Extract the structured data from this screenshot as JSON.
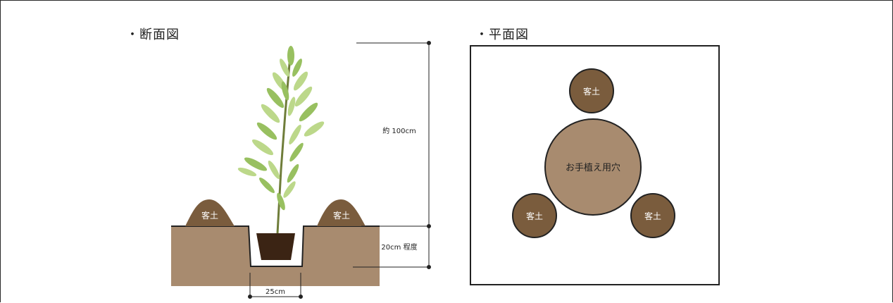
{
  "sections": {
    "cross_section": {
      "title": "・断面図",
      "mound_label": "客土",
      "height_label": "約 100cm",
      "depth_label": "20cm 程度",
      "width_label": "25cm"
    },
    "plan_view": {
      "title": "・平面図",
      "hole_label": "お手植え用穴",
      "mound_label": "客土"
    }
  },
  "colors": {
    "soil": "#a88b6f",
    "mound": "#7a5c3d",
    "pot": "#3b2414",
    "leaf_light": "#bcd88a",
    "leaf_dark": "#98c060",
    "stem": "#6f7d3a",
    "line": "#222222",
    "plan_hole": "#a88b6f"
  }
}
